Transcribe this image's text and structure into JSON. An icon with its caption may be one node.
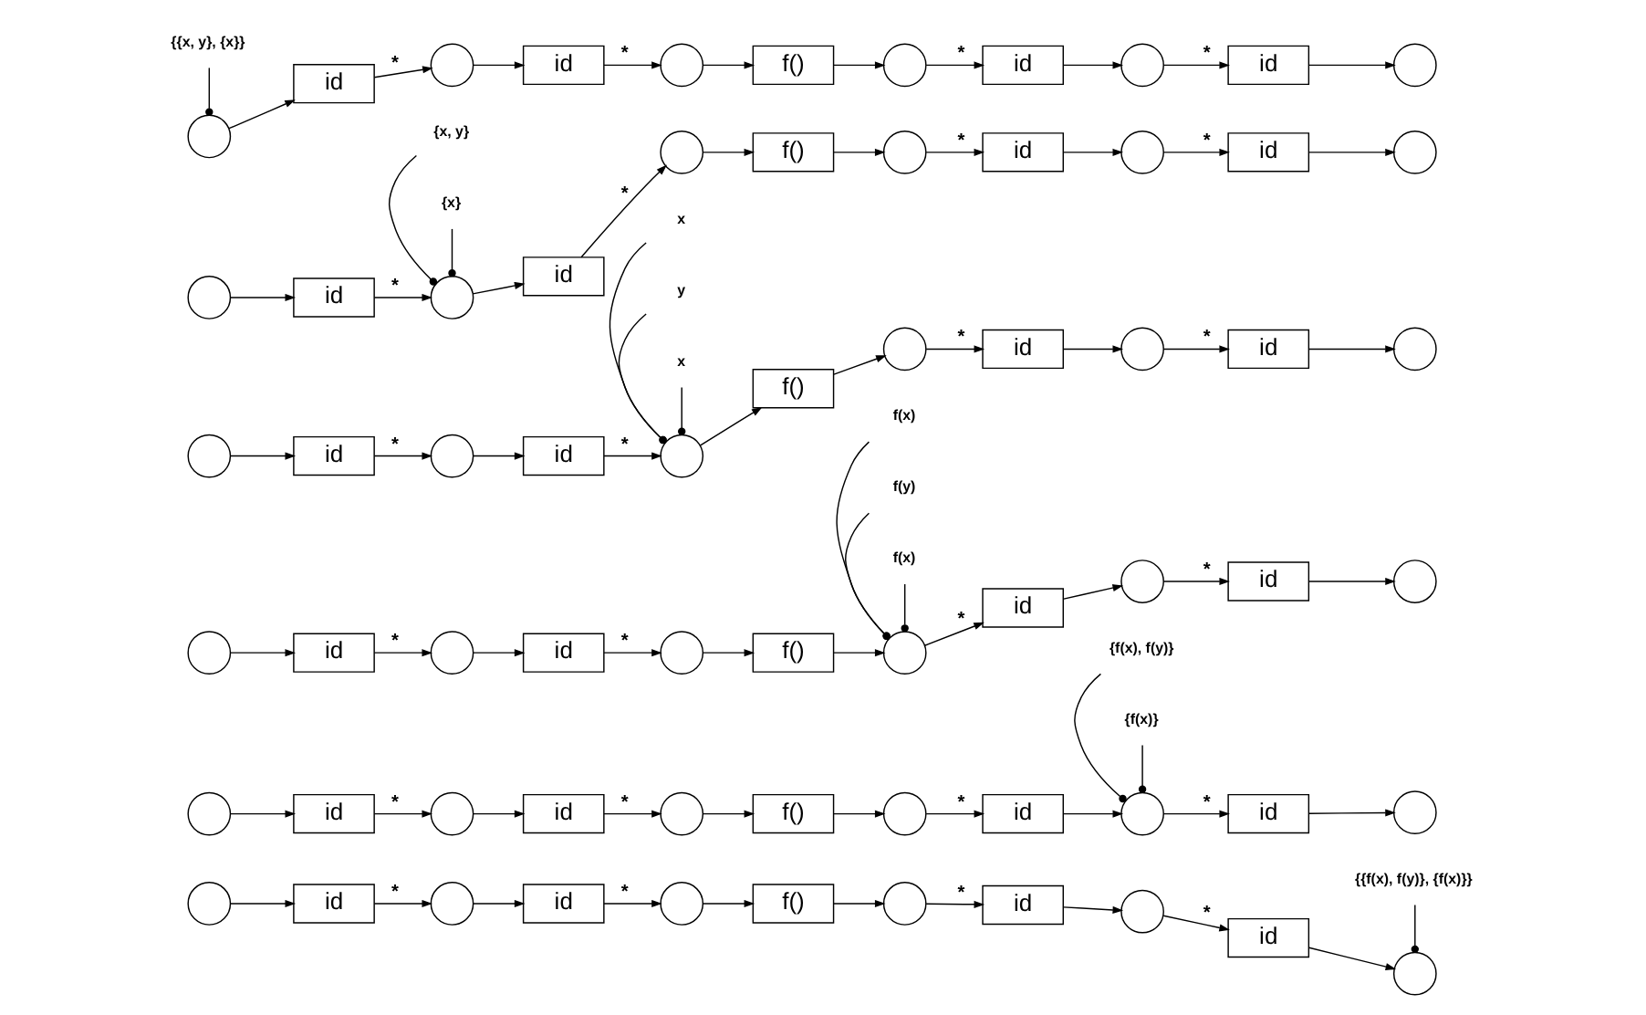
{
  "diagram": {
    "nodes": [
      {
        "text": [
          "{{x, y}, {x}}"
        ]
      },
      {
        "text": [],
        "shape": "circle"
      },
      {
        "text": [
          "id"
        ]
      },
      {
        "text": [],
        "shape": "circle"
      },
      {
        "text": [
          "id"
        ]
      },
      {
        "text": [],
        "shape": "circle"
      },
      {
        "text": [
          "f()"
        ]
      },
      {
        "text": [],
        "shape": "circle"
      },
      {
        "text": [
          "id"
        ]
      },
      {
        "text": [],
        "shape": "circle"
      },
      {
        "text": [
          "id"
        ]
      },
      {
        "text": [],
        "shape": "circle"
      },
      {
        "text": [
          "{x, y}"
        ]
      },
      {
        "text": [
          "{x}"
        ]
      },
      {
        "text": [],
        "shape": "circle"
      },
      {
        "text": [
          "id"
        ]
      },
      {
        "text": [],
        "shape": "circle"
      },
      {
        "text": [
          "id"
        ]
      },
      {
        "text": [],
        "shape": "circle"
      },
      {
        "text": [
          "f()"
        ]
      },
      {
        "text": [],
        "shape": "circle"
      },
      {
        "text": [
          "id"
        ]
      },
      {
        "text": [],
        "shape": "circle"
      },
      {
        "text": [
          "id"
        ]
      },
      {
        "text": [],
        "shape": "circle"
      },
      {
        "text": [
          "x"
        ]
      },
      {
        "text": [
          "y"
        ]
      },
      {
        "text": [
          "x"
        ]
      },
      {
        "text": [],
        "shape": "circle"
      },
      {
        "text": [
          "id"
        ]
      },
      {
        "text": [],
        "shape": "circle"
      },
      {
        "text": [
          "id"
        ]
      },
      {
        "text": [],
        "shape": "circle"
      },
      {
        "text": [
          "f()"
        ]
      },
      {
        "text": [],
        "shape": "circle"
      },
      {
        "text": [
          "id"
        ]
      },
      {
        "text": [],
        "shape": "circle"
      },
      {
        "text": [
          "id"
        ]
      },
      {
        "text": [],
        "shape": "circle"
      },
      {
        "text": [
          "f(x)"
        ]
      },
      {
        "text": [
          "f(y)"
        ]
      },
      {
        "text": [
          "f(x)"
        ]
      },
      {
        "text": [],
        "shape": "circle"
      },
      {
        "text": [
          "id"
        ]
      },
      {
        "text": [],
        "shape": "circle"
      },
      {
        "text": [
          "id"
        ]
      },
      {
        "text": [],
        "shape": "circle"
      },
      {
        "text": [
          "f()"
        ]
      },
      {
        "text": [],
        "shape": "circle"
      },
      {
        "text": [
          "id"
        ]
      },
      {
        "text": [],
        "shape": "circle"
      },
      {
        "text": [
          "id"
        ]
      },
      {
        "text": [],
        "shape": "circle"
      },
      {
        "text": [
          "{f(x), f(y)}"
        ]
      },
      {
        "text": [
          "{f(x)}"
        ]
      },
      {
        "text": [],
        "shape": "circle"
      },
      {
        "text": [
          "id"
        ]
      },
      {
        "text": [],
        "shape": "circle"
      },
      {
        "text": [
          "id"
        ]
      },
      {
        "text": [],
        "shape": "circle"
      },
      {
        "text": [
          "f()"
        ]
      },
      {
        "text": [],
        "shape": "circle"
      },
      {
        "text": [
          "id"
        ]
      },
      {
        "text": [],
        "shape": "circle"
      },
      {
        "text": [
          "id"
        ]
      },
      {
        "text": [],
        "shape": "circle"
      },
      {
        "text": [
          "{{f(x), f(y)}, {f(x)}}"
        ]
      },
      {
        "text": [],
        "shape": "circle"
      },
      {
        "text": [
          "id"
        ]
      },
      {
        "text": [],
        "shape": "circle"
      },
      {
        "text": [
          "id"
        ]
      },
      {
        "text": [],
        "shape": "circle"
      },
      {
        "text": [
          "f()"
        ]
      },
      {
        "text": [],
        "shape": "circle"
      },
      {
        "text": [
          "id"
        ]
      },
      {
        "text": [],
        "shape": "circle"
      },
      {
        "text": [
          "id"
        ]
      },
      {
        "text": [],
        "shape": "circle"
      }
    ],
    "edges": [
      {
        "from": 0,
        "to": 1,
        "arrow": "other"
      },
      {
        "from": 1,
        "to": 2,
        "arrow": "to"
      },
      {
        "from": 2,
        "to": 3,
        "arrow": "to",
        "label": "*"
      },
      {
        "from": 3,
        "to": 4,
        "arrow": "to"
      },
      {
        "from": 4,
        "to": 5,
        "arrow": "to",
        "label": "*"
      },
      {
        "from": 5,
        "to": 6,
        "arrow": "to"
      },
      {
        "from": 6,
        "to": 7,
        "arrow": "to"
      },
      {
        "from": 7,
        "to": 8,
        "arrow": "to",
        "label": "*"
      },
      {
        "from": 8,
        "to": 9,
        "arrow": "to"
      },
      {
        "from": 9,
        "to": 10,
        "arrow": "to",
        "label": "*"
      },
      {
        "from": 10,
        "to": 11,
        "arrow": "to"
      },
      {
        "from": 12,
        "to": 16,
        "arrow": "other"
      },
      {
        "from": 13,
        "to": 16,
        "arrow": "other"
      },
      {
        "from": 14,
        "to": 15,
        "arrow": "to"
      },
      {
        "from": 15,
        "to": 16,
        "arrow": "to",
        "label": "*"
      },
      {
        "from": 16,
        "to": 17,
        "arrow": "to"
      },
      {
        "from": 17,
        "to": 18,
        "arrow": "to",
        "label": "*"
      },
      {
        "from": 18,
        "to": 19,
        "arrow": "to"
      },
      {
        "from": 19,
        "to": 20,
        "arrow": "to"
      },
      {
        "from": 20,
        "to": 21,
        "arrow": "to",
        "label": "*"
      },
      {
        "from": 21,
        "to": 22,
        "arrow": "to"
      },
      {
        "from": 22,
        "to": 23,
        "arrow": "to",
        "label": "*"
      },
      {
        "from": 23,
        "to": 24,
        "arrow": "to"
      },
      {
        "from": 25,
        "to": 32,
        "arrow": "other"
      },
      {
        "from": 26,
        "to": 32,
        "arrow": "other"
      },
      {
        "from": 27,
        "to": 32,
        "arrow": "other"
      },
      {
        "from": 28,
        "to": 29,
        "arrow": "to"
      },
      {
        "from": 29,
        "to": 30,
        "arrow": "to",
        "label": "*"
      },
      {
        "from": 30,
        "to": 31,
        "arrow": "to"
      },
      {
        "from": 31,
        "to": 32,
        "arrow": "to",
        "label": "*"
      },
      {
        "from": 32,
        "to": 33,
        "arrow": "to"
      },
      {
        "from": 33,
        "to": 34,
        "arrow": "to"
      },
      {
        "from": 34,
        "to": 35,
        "arrow": "to",
        "label": "*"
      },
      {
        "from": 35,
        "to": 36,
        "arrow": "to"
      },
      {
        "from": 36,
        "to": 37,
        "arrow": "to",
        "label": "*"
      },
      {
        "from": 37,
        "to": 38,
        "arrow": "to"
      },
      {
        "from": 39,
        "to": 48,
        "arrow": "other"
      },
      {
        "from": 40,
        "to": 48,
        "arrow": "other"
      },
      {
        "from": 41,
        "to": 48,
        "arrow": "other"
      },
      {
        "from": 42,
        "to": 43,
        "arrow": "to"
      },
      {
        "from": 43,
        "to": 44,
        "arrow": "to",
        "label": "*"
      },
      {
        "from": 44,
        "to": 45,
        "arrow": "to"
      },
      {
        "from": 45,
        "to": 46,
        "arrow": "to",
        "label": "*"
      },
      {
        "from": 46,
        "to": 47,
        "arrow": "to"
      },
      {
        "from": 47,
        "to": 48,
        "arrow": "to"
      },
      {
        "from": 48,
        "to": 49,
        "arrow": "to",
        "label": "*"
      },
      {
        "from": 49,
        "to": 50,
        "arrow": "to"
      },
      {
        "from": 50,
        "to": 51,
        "arrow": "to",
        "label": "*"
      },
      {
        "from": 51,
        "to": 52,
        "arrow": "to"
      },
      {
        "from": 53,
        "to": 63,
        "arrow": "other"
      },
      {
        "from": 54,
        "to": 63,
        "arrow": "other"
      },
      {
        "from": 55,
        "to": 56,
        "arrow": "to"
      },
      {
        "from": 56,
        "to": 57,
        "arrow": "to",
        "label": "*"
      },
      {
        "from": 57,
        "to": 58,
        "arrow": "to"
      },
      {
        "from": 58,
        "to": 59,
        "arrow": "to",
        "label": "*"
      },
      {
        "from": 59,
        "to": 60,
        "arrow": "to"
      },
      {
        "from": 60,
        "to": 61,
        "arrow": "to"
      },
      {
        "from": 61,
        "to": 62,
        "arrow": "to",
        "label": "*"
      },
      {
        "from": 62,
        "to": 63,
        "arrow": "to"
      },
      {
        "from": 63,
        "to": 64,
        "arrow": "to",
        "label": "*"
      },
      {
        "from": 64,
        "to": 65,
        "arrow": "to"
      },
      {
        "from": 66,
        "to": 77,
        "arrow": "other"
      },
      {
        "from": 67,
        "to": 68,
        "arrow": "to"
      },
      {
        "from": 68,
        "to": 69,
        "arrow": "to",
        "label": "*"
      },
      {
        "from": 69,
        "to": 70,
        "arrow": "to"
      },
      {
        "from": 70,
        "to": 71,
        "arrow": "to",
        "label": "*"
      },
      {
        "from": 71,
        "to": 72,
        "arrow": "to"
      },
      {
        "from": 72,
        "to": 73,
        "arrow": "to"
      },
      {
        "from": 73,
        "to": 74,
        "arrow": "to",
        "label": "*"
      },
      {
        "from": 74,
        "to": 75,
        "arrow": "to"
      },
      {
        "from": 75,
        "to": 76,
        "arrow": "to",
        "label": "*"
      },
      {
        "from": 76,
        "to": 77,
        "arrow": "to"
      }
    ]
  }
}
